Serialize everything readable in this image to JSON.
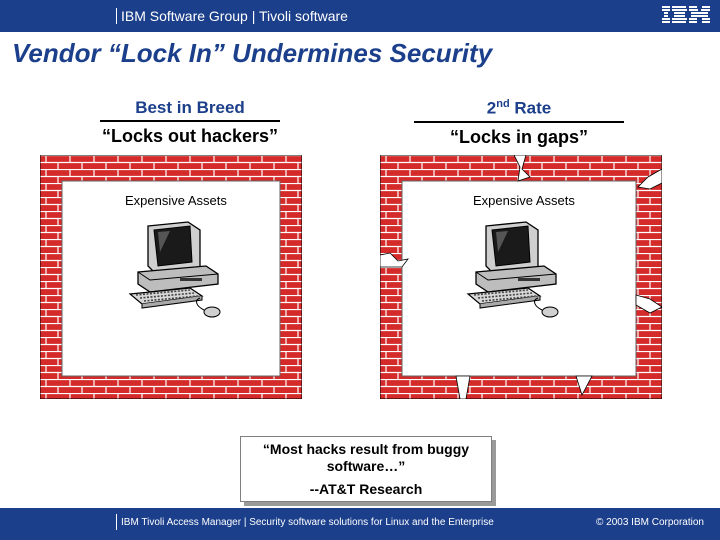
{
  "header": {
    "text": "IBM Software Group  |  Tivoli software",
    "logo": "IBM"
  },
  "title": "Vendor “Lock In” Undermines Security",
  "left": {
    "heading": "Best in Breed",
    "subheading": "“Locks out hackers”",
    "asset_label": "Expensive Assets"
  },
  "right": {
    "heading_main": "2",
    "heading_sup": "nd",
    "heading_rest": " Rate",
    "subheading": "“Locks in gaps”",
    "asset_label": "Expensive Assets"
  },
  "quote": {
    "text": "“Most hacks result from buggy software…”",
    "source": "--AT&T Research"
  },
  "footer": {
    "left": "IBM Tivoli Access Manager  |  Security software solutions for Linux and the Enterprise",
    "right": "© 2003 IBM Corporation"
  },
  "colors": {
    "brand_blue": "#1b3f8b",
    "brick": "#d42a2a",
    "mortar": "#ffffff"
  },
  "icons": [
    "ibm-logo-icon",
    "computer-icon",
    "lightning-bolt-icon"
  ]
}
